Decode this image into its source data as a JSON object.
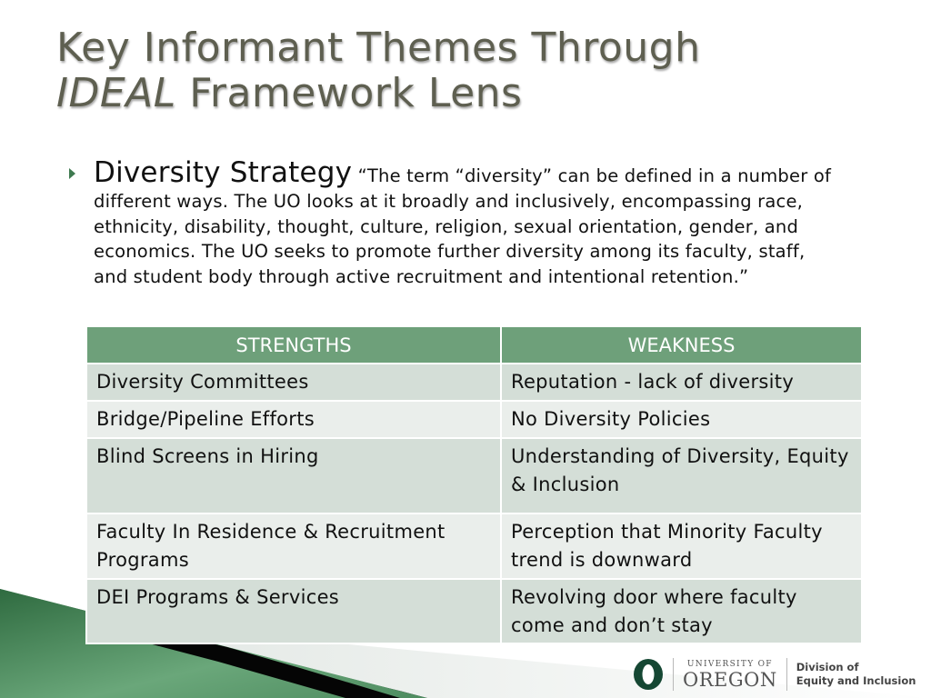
{
  "slide": {
    "title_line1": "Key Informant Themes Through",
    "title_line2_italic": "IDEAL",
    "title_line2_rest": " Framework Lens",
    "bullet": {
      "icon": "triangle-bullet-icon",
      "heading": "Diversity Strategy",
      "quote": " “The term “diversity” can be defined in a number of different ways. The UO looks at it broadly and inclusively, encompassing race, ethnicity, disability, thought, culture, religion, sexual orientation, gender, and economics. The UO seeks to promote further diversity among its faculty, staff, and student body through active recruitment and intentional retention.”"
    },
    "table": {
      "headers": [
        "STRENGTHS",
        "WEAKNESS"
      ],
      "rows": [
        [
          "Diversity Committees",
          "Reputation - lack of diversity"
        ],
        [
          "Bridge/Pipeline Efforts",
          "No Diversity Policies"
        ],
        [
          "Blind Screens in Hiring",
          "Understanding of Diversity, Equity & Inclusion"
        ],
        [
          "Faculty In Residence & Recruitment Programs",
          "Perception that Minority Faculty trend is downward"
        ],
        [
          "DEI Programs & Services",
          "Revolving door where faculty come and don’t stay"
        ]
      ]
    },
    "logo": {
      "mark": "O",
      "university_small": "UNIVERSITY OF",
      "university_big": "OREGON",
      "division_line1": "Division of",
      "division_line2": "Equity and Inclusion"
    },
    "colors": {
      "title": "#5e5f50",
      "header_green": "#6ea07a",
      "row_odd": "#d4ded7",
      "row_even": "#eaeeeb",
      "uo_green": "#154733",
      "bullet_green": "#3f7a50"
    }
  }
}
